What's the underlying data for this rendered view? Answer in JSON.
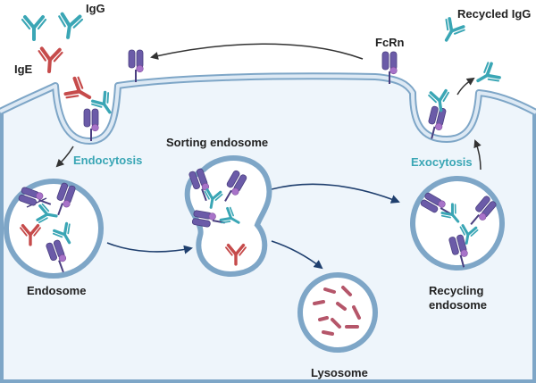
{
  "labels": {
    "igg": "IgG",
    "ige": "IgE",
    "recycled_igg": "Recycled IgG",
    "fcrn": "FcRn",
    "endocytosis": "Endocytosis",
    "exocytosis": "Exocytosis",
    "sorting_endosome": "Sorting endosome",
    "endosome": "Endosome",
    "recycling_endosome_line1": "Recycling",
    "recycling_endosome_line2": "endosome",
    "lysosome": "Lysosome"
  },
  "colors": {
    "igg": "#3aa6b5",
    "ige": "#c64b4b",
    "fcrn": "#6b5ba8",
    "fcrn_foot": "#a873c9",
    "membrane_fill": "#dde9f4",
    "membrane_stroke": "#7ea6c7",
    "cytoplasm": "#eef5fb",
    "vesicle_fill": "#ffffff",
    "lysosome_fragment": "#b5566a",
    "arrow_black": "#333333",
    "arrow_navy": "#1f3f6e",
    "accent_text": "#3aa6b5"
  }
}
